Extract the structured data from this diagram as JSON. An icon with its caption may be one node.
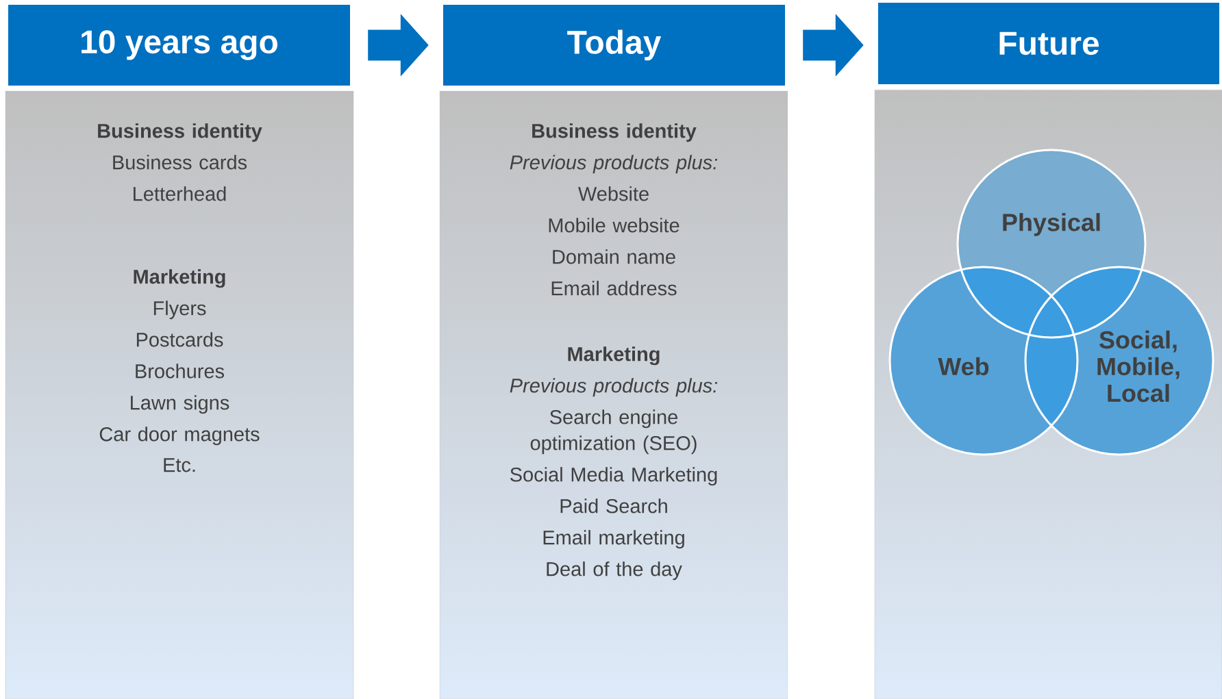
{
  "diagram": {
    "nodes": [
      {
        "text": [
          "10 years ago"
        ]
      },
      {
        "text": [
          "Business identity",
          "Business cards",
          "Letterhead",
          "Marketing",
          "Flyers",
          "Postcards",
          "Brochures",
          "Lawn signs",
          "Car door magnets",
          "Etc."
        ]
      },
      {
        "text": [
          "Today"
        ]
      },
      {
        "text": [
          "Business identity",
          "Previous products plus:",
          "Website",
          "Mobile website",
          "Domain name",
          "Email address",
          "Marketing",
          "Previous products plus:",
          "Search engine optimization (SEO)",
          "Social Media Marketing",
          "Paid Search",
          "Email marketing",
          "Deal of the day"
        ]
      },
      {
        "text": [
          "Future"
        ]
      },
      {
        "text": [],
        "shape": "box"
      },
      {
        "text": [
          "Physical"
        ],
        "in": 5
      },
      {
        "text": [
          "Web"
        ],
        "in": 5
      },
      {
        "text": [
          "Social, Mobile, Local"
        ],
        "in": 5
      }
    ],
    "edges": [
      {
        "from": 0,
        "to": 2,
        "arrow": "to"
      },
      {
        "from": 2,
        "to": 4,
        "arrow": "to"
      }
    ]
  }
}
